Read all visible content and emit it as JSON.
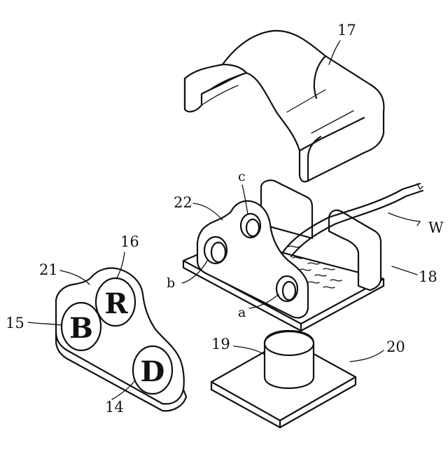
{
  "figure": {
    "reference_labels": {
      "cover": "17",
      "base_holder": "18",
      "sensor": "19",
      "board": "20",
      "holder_body": "22",
      "button_panel": "21",
      "button_b_ref": "15",
      "button_r_ref": "16",
      "button_d_ref": "14",
      "wire": "W",
      "hole_a": "a",
      "hole_b": "b",
      "hole_c": "c"
    },
    "button_letters": {
      "b": "B",
      "r": "R",
      "d": "D"
    }
  }
}
